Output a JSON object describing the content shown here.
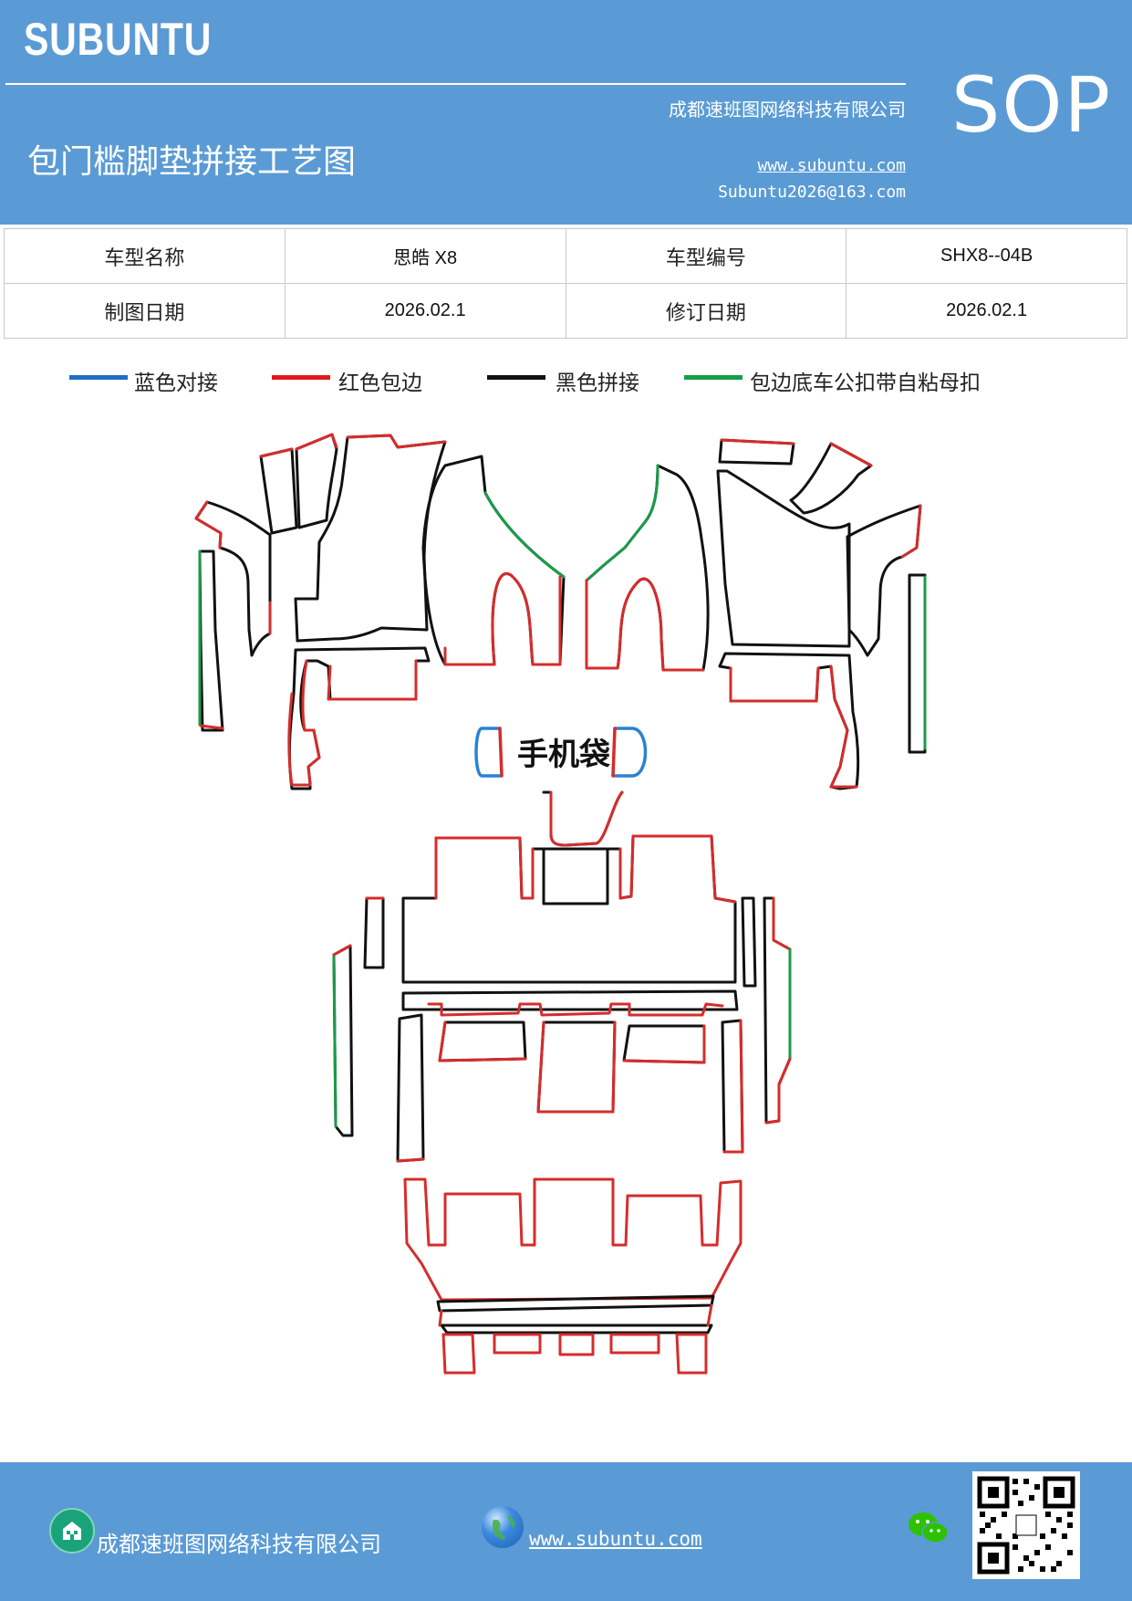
{
  "header": {
    "brand": "SUBUNTU",
    "company": "成都速班图网络科技有限公司",
    "title": "包门槛脚垫拼接工艺图",
    "website": "www.subuntu.com",
    "email": "Subuntu2026@163.com",
    "badge": "SOP"
  },
  "info_table": {
    "model_name_label": "车型名称",
    "model_name_value": "思皓 X8",
    "model_code_label": "车型编号",
    "model_code_value": "SHX8--04B",
    "draw_date_label": "制图日期",
    "draw_date_value": "2026.02.1",
    "revise_date_label": "修订日期",
    "revise_date_value": "2026.02.1"
  },
  "legend": [
    {
      "label": "蓝色对接",
      "color": "#1f6fc0"
    },
    {
      "label": "红色包边",
      "color": "#e0191f"
    },
    {
      "label": "黑色拼接",
      "color": "#111111"
    },
    {
      "label": "包边底车公扣带自粘母扣",
      "color": "#13a04a"
    }
  ],
  "diagram": {
    "phone_pocket_label": "手机袋",
    "colors": {
      "red": "#d62c2c",
      "black": "#111111",
      "green": "#1b9a4a",
      "blue": "#2a82d2"
    }
  },
  "footer": {
    "company": "成都速班图网络科技有限公司",
    "website": "www.subuntu.com",
    "icons": [
      "building-icon",
      "globe-icon",
      "wechat-icon",
      "qr-code"
    ]
  }
}
